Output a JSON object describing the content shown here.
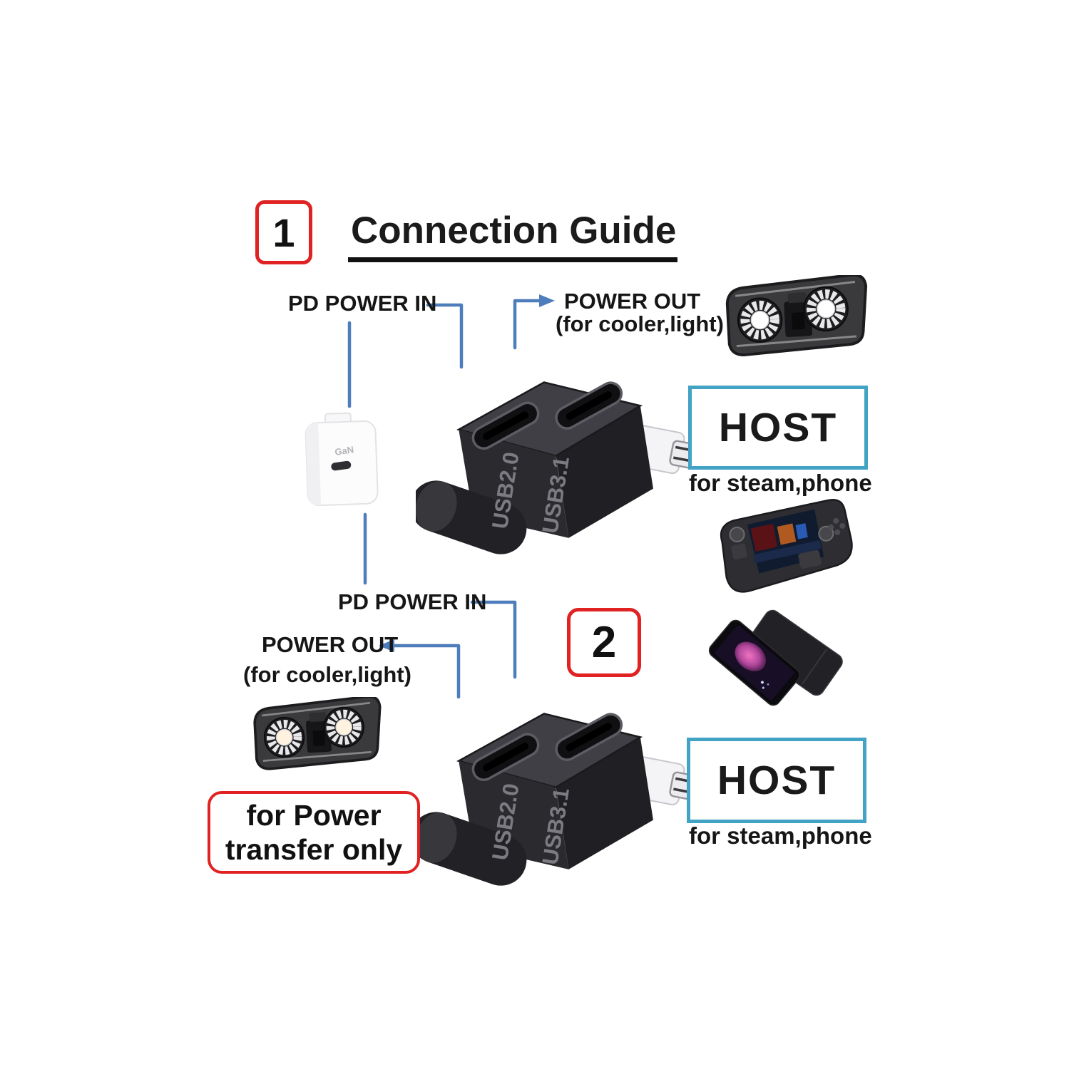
{
  "colors": {
    "accent_red": "#e02222",
    "accent_blue": "#4d7dbb",
    "accent_teal": "#42a3c4",
    "text": "#1b1b1b"
  },
  "header": {
    "step": "1",
    "title": "Connection Guide"
  },
  "section1": {
    "pd_power_in": "PD POWER IN",
    "power_out": "POWER OUT",
    "power_out_note": "(for cooler,light)",
    "charger_text": "GaN",
    "adapter_labels": {
      "left": "USB2.0",
      "right": "USB3.1"
    },
    "host": "HOST",
    "host_note": "for steam,phone"
  },
  "section2": {
    "step": "2",
    "pd_power_in": "PD POWER IN",
    "power_out": "POWER OUT",
    "power_out_note": "(for cooler,light)",
    "adapter_labels": {
      "left": "USB2.0",
      "right": "USB3.1"
    },
    "host": "HOST",
    "host_note": "for steam,phone",
    "power_note": "for Power transfer only"
  }
}
